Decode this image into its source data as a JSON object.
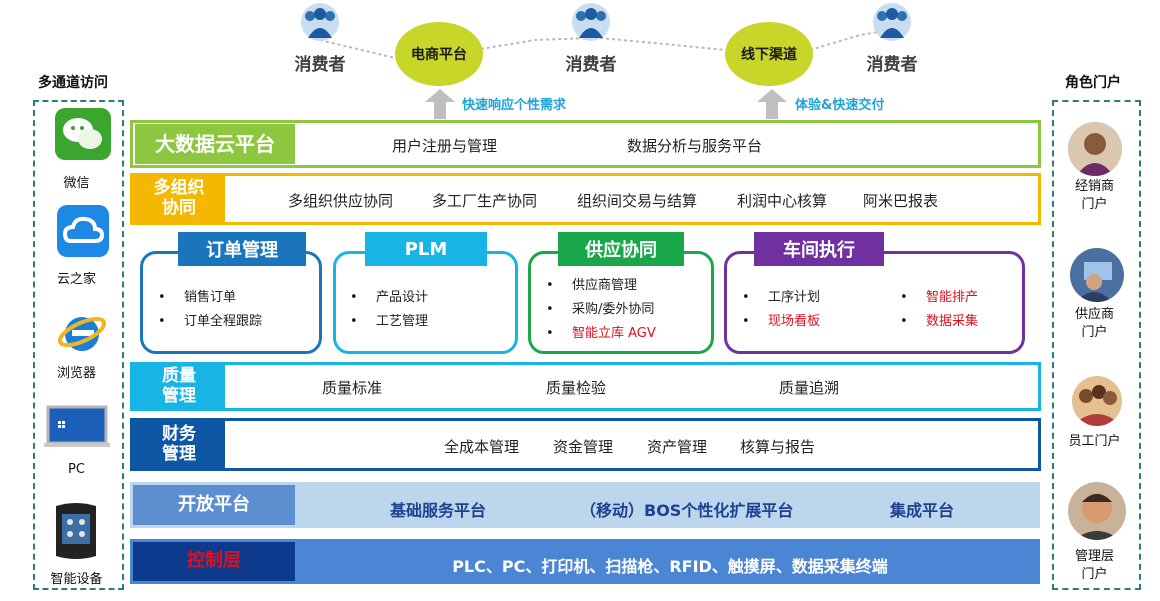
{
  "top": {
    "consumers": [
      "消费者",
      "消费者",
      "消费者"
    ],
    "ecommerce": "电商平台",
    "offline": "线下渠道",
    "note_left": "快速响应个性需求",
    "note_right": "体验&快速交付"
  },
  "left_panel": {
    "title": "多通道访问",
    "items": [
      "微信",
      "云之家",
      "浏览器",
      "PC",
      "智能设备"
    ]
  },
  "right_panel": {
    "title": "角色门户",
    "items": [
      "经销商\n门户",
      "供应商\n门户",
      "员工门户",
      "管理层\n门户"
    ]
  },
  "layers": {
    "bigdata": {
      "tag": "大数据云平台",
      "items": [
        "用户注册与管理",
        "数据分析与服务平台"
      ]
    },
    "multiorg": {
      "tag": "多组织\n协同",
      "items": [
        "多组织供应协同",
        "多工厂生产协同",
        "组织间交易与结算",
        "利润中心核算",
        "阿米巴报表"
      ]
    },
    "quality": {
      "tag": "质量\n管理",
      "items": [
        "质量标准",
        "质量检验",
        "质量追溯"
      ]
    },
    "finance": {
      "tag": "财务\n管理",
      "items": [
        "全成本管理",
        "资金管理",
        "资产管理",
        "核算与报告"
      ]
    },
    "open": {
      "tag": "开放平台",
      "items": [
        "基础服务平台",
        "（移动）BOS个性化扩展平台",
        "集成平台"
      ]
    },
    "control": {
      "tag": "控制层",
      "text": "PLC、PC、打印机、扫描枪、RFID、触摸屏、数据采集终端"
    }
  },
  "modules": [
    {
      "title": "订单管理",
      "bullets": [
        {
          "t": "销售订单",
          "red": false
        },
        {
          "t": "订单全程跟踪",
          "red": false
        }
      ]
    },
    {
      "title": "PLM",
      "bullets": [
        {
          "t": "产品设计",
          "red": false
        },
        {
          "t": "工艺管理",
          "red": false
        }
      ]
    },
    {
      "title": "供应协同",
      "bullets": [
        {
          "t": "供应商管理",
          "red": false
        },
        {
          "t": "采购/委外协同",
          "red": false
        },
        {
          "t": "智能立库  AGV",
          "red": true
        }
      ]
    },
    {
      "title": "车间执行",
      "bullets": [
        {
          "t": "工序计划",
          "red": false
        },
        {
          "t": "现场看板",
          "red": true
        },
        {
          "t": "智能排产",
          "red": true
        },
        {
          "t": "数据采集",
          "red": true
        }
      ]
    }
  ],
  "colors": {
    "green": "#8dc63f",
    "yellow": "#f5b800",
    "blue": "#1b75bc",
    "cyan": "#18b4e6",
    "dgreen": "#1aa64a",
    "purple": "#7030a0",
    "navy": "#0d57a5",
    "light": "#bcd6ee",
    "mid": "#5b8fd0",
    "lime": "#c8d62a"
  }
}
